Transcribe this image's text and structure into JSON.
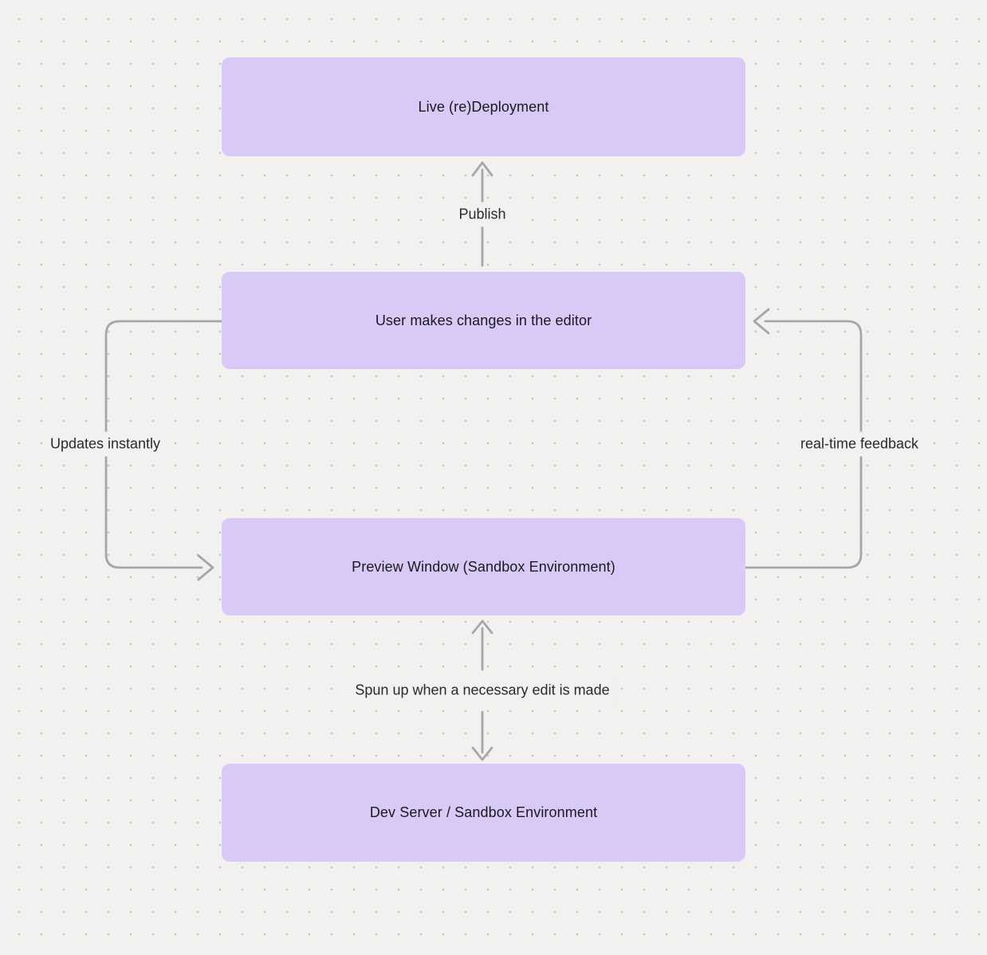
{
  "diagram": {
    "nodes": [
      {
        "label": "Live (re)Deployment"
      },
      {
        "label": "User makes changes in the editor"
      },
      {
        "label": "Preview Window (Sandbox Environment)"
      },
      {
        "label": "Dev Server / Sandbox Environment"
      }
    ],
    "edges": [
      {
        "label": "Publish",
        "from": "User makes changes in the editor",
        "to": "Live (re)Deployment",
        "direction": "up"
      },
      {
        "label": "Updates instantly",
        "from": "User makes changes in the editor",
        "to": "Preview Window (Sandbox Environment)",
        "direction": "left-loop"
      },
      {
        "label": "real-time feedback",
        "from": "Preview Window (Sandbox Environment)",
        "to": "User makes changes in the editor",
        "direction": "right-loop"
      },
      {
        "label": "Spun up when a necessary edit is made",
        "from": "Dev Server / Sandbox Environment",
        "to": "Preview Window (Sandbox Environment)",
        "direction": "bidirectional"
      }
    ]
  },
  "colors": {
    "background": "#f2f1ef",
    "dot": "#c9c8c5",
    "node_fill": "#d9c9f7",
    "node_text": "#19191e",
    "arrow": "#a6a6a6",
    "label_text": "#2a2a2e"
  }
}
